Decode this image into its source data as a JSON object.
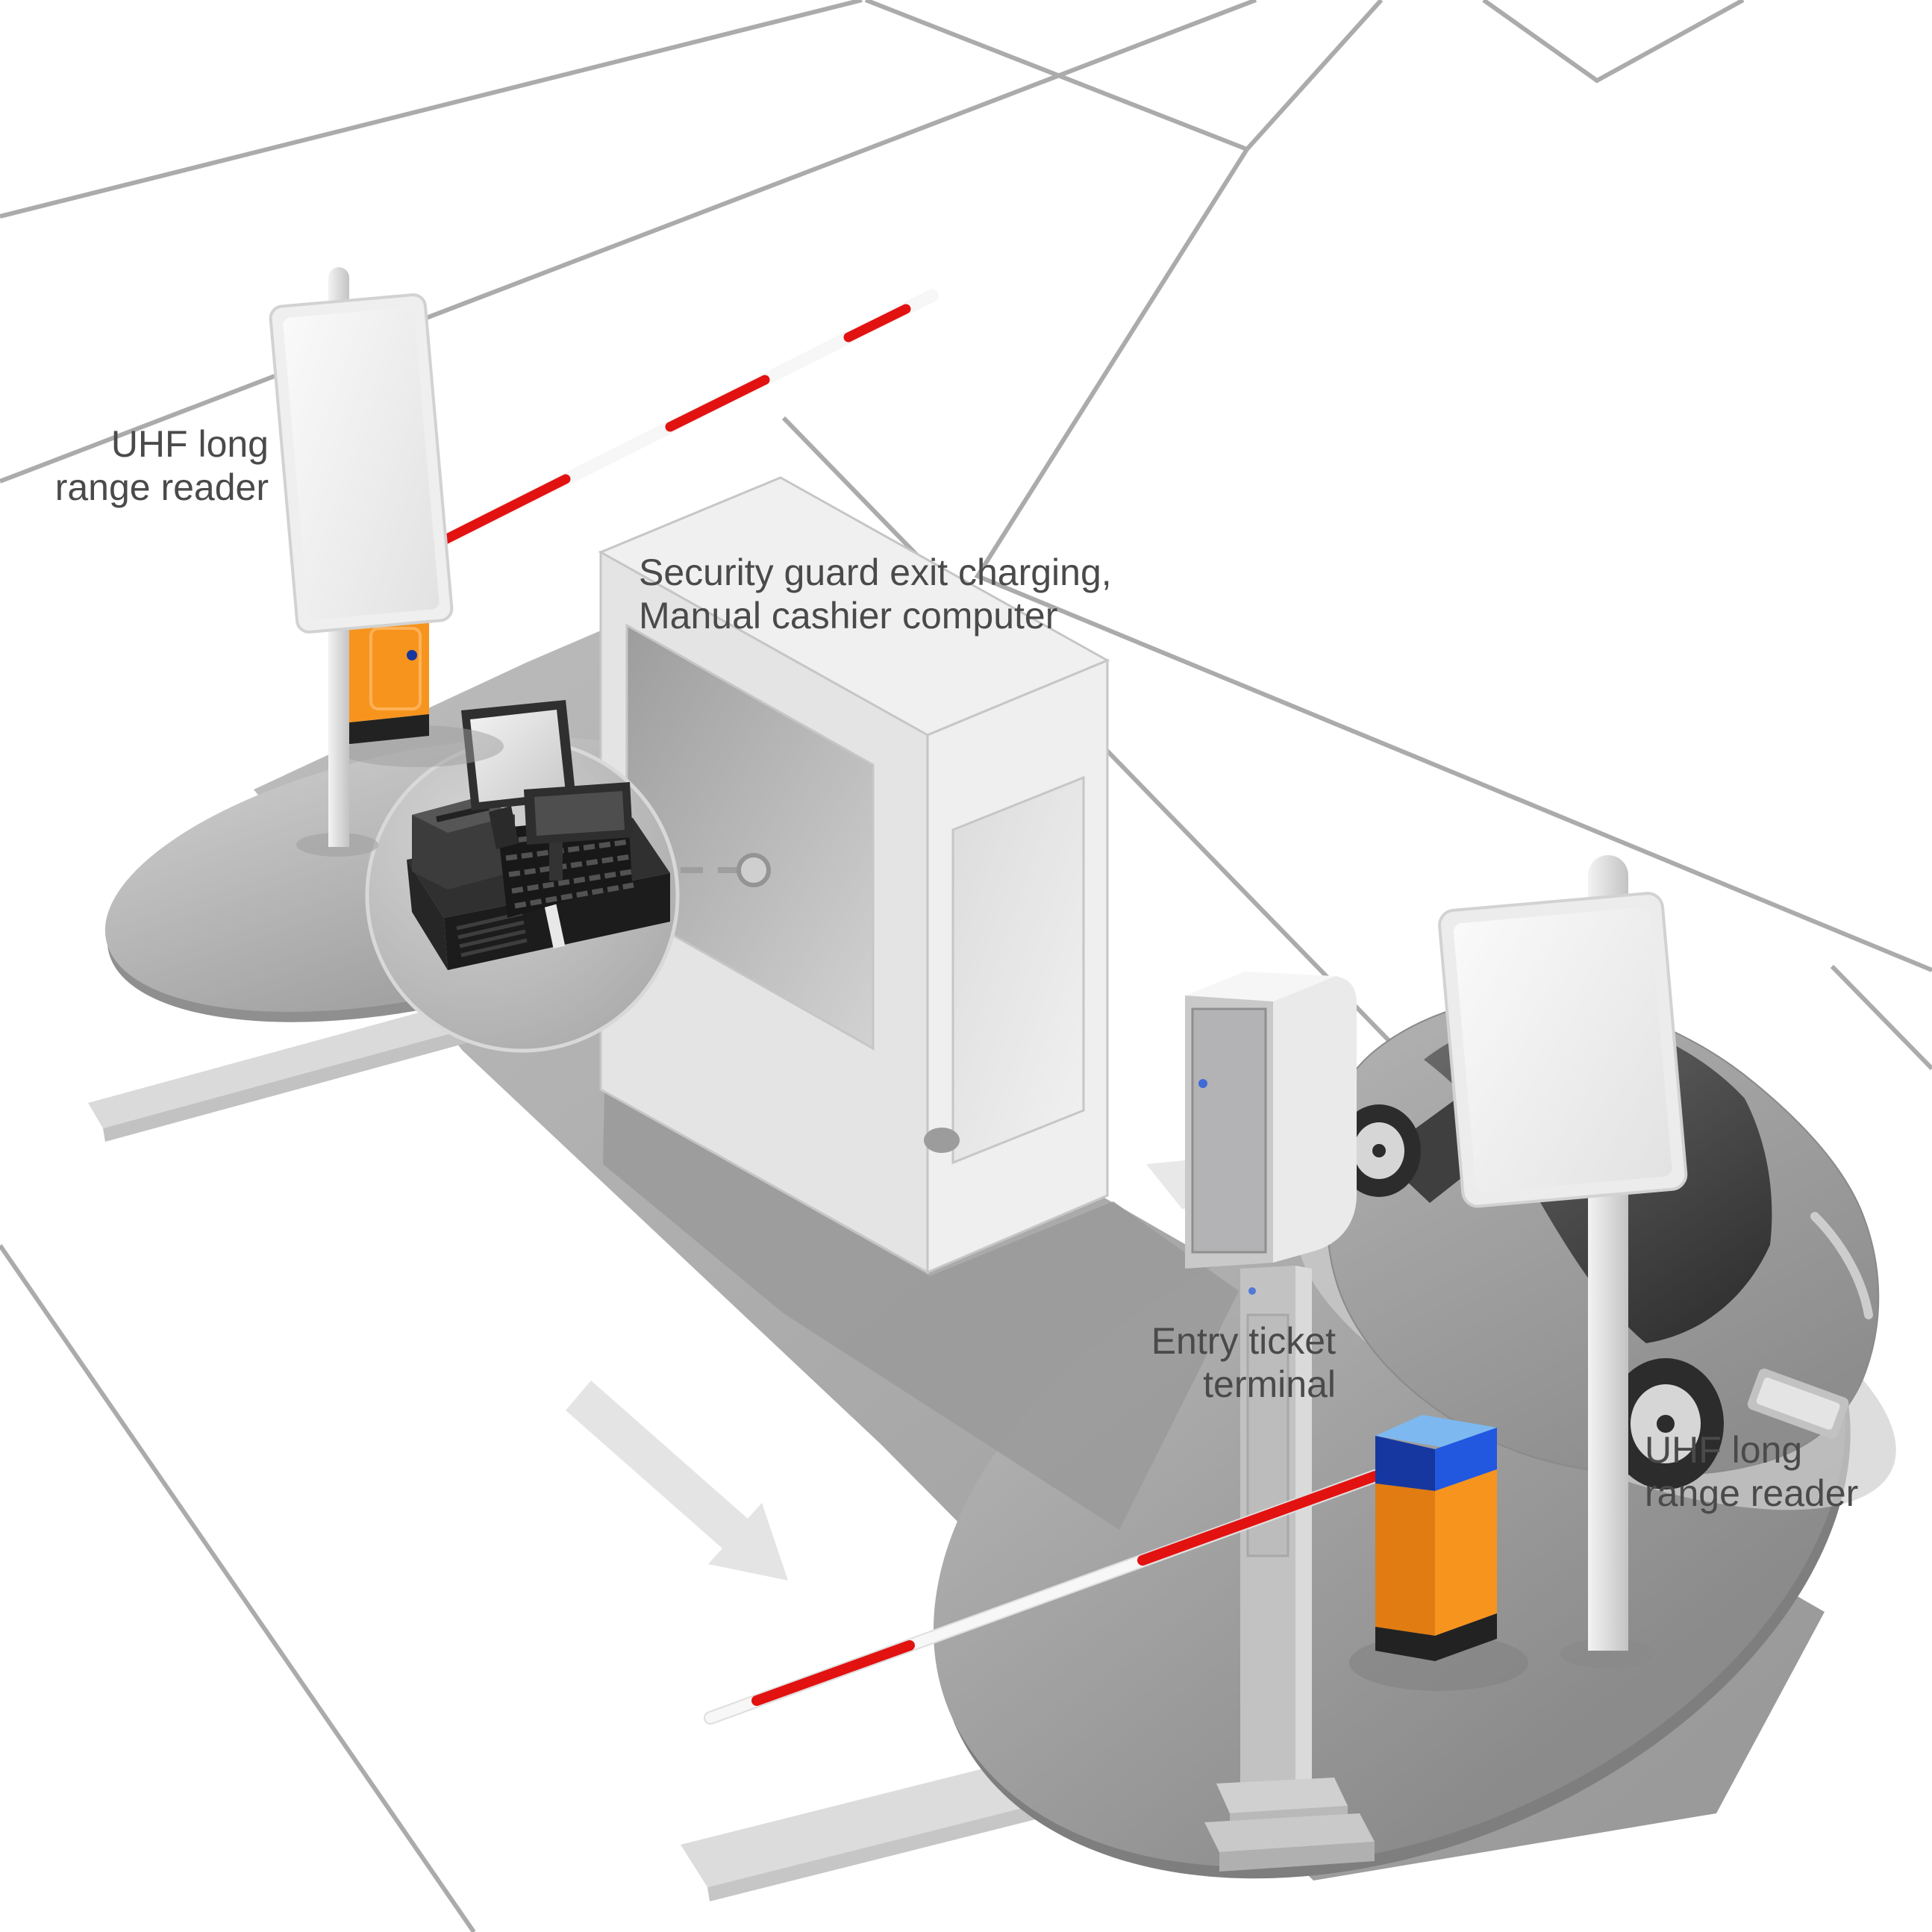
{
  "diagram": {
    "labels": {
      "exit_reader": "UHF long\nrange reader",
      "guard_booth": "Security guard exit charging,\nManual cashier computer",
      "entry_terminal": "Entry ticket\nterminal",
      "entry_reader": "UHF long\nrange reader"
    }
  },
  "colors": {
    "background": "#ffffff",
    "text": "#4a4a4a",
    "road_line": "#ababab",
    "road": "#a9a9a9",
    "island": "#b5b5b5",
    "barrier_orange": "#f7941e",
    "barrier_orange_dark": "#e07c12",
    "barrier_blue": "#2257e0",
    "barrier_blue_dark": "#16379f",
    "barrier_blue_light": "#7db9f0",
    "arm_red": "#e21211",
    "arm_white": "#f6f6f6"
  }
}
